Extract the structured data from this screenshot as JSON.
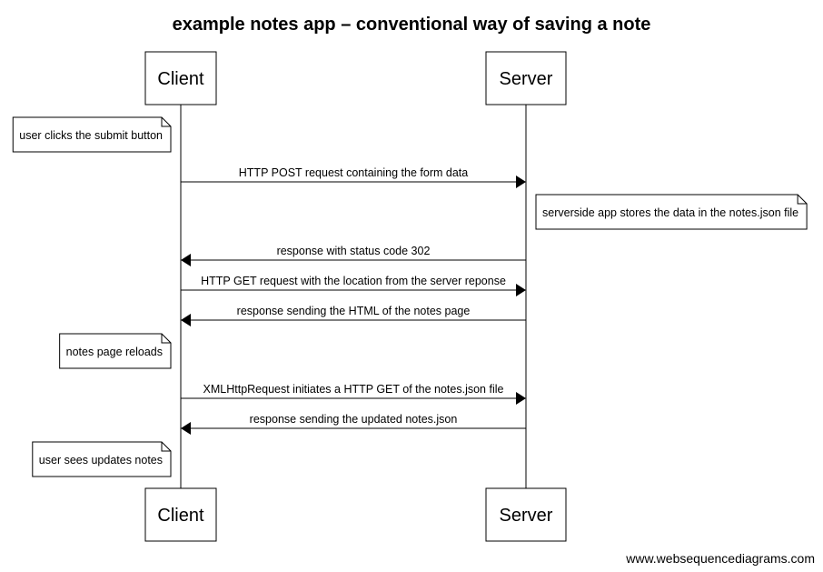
{
  "title": "example notes app – conventional way of saving a note",
  "participants": [
    {
      "id": "client",
      "label": "Client"
    },
    {
      "id": "server",
      "label": "Server"
    }
  ],
  "events": [
    {
      "type": "note",
      "side": "left",
      "participant": "client",
      "text": "user clicks the submit button"
    },
    {
      "type": "message",
      "from": "client",
      "to": "server",
      "text": "HTTP POST request containing the form data"
    },
    {
      "type": "note",
      "side": "right",
      "participant": "server",
      "text": "serverside app stores the data in the notes.json file"
    },
    {
      "type": "message",
      "from": "server",
      "to": "client",
      "text": "response with status code 302"
    },
    {
      "type": "message",
      "from": "client",
      "to": "server",
      "text": "HTTP GET request with the location from the server reponse"
    },
    {
      "type": "message",
      "from": "server",
      "to": "client",
      "text": "response sending the HTML of the notes page"
    },
    {
      "type": "note",
      "side": "left",
      "participant": "client",
      "text": "notes page reloads"
    },
    {
      "type": "message",
      "from": "client",
      "to": "server",
      "text": "XMLHttpRequest initiates a HTTP GET of the notes.json file"
    },
    {
      "type": "message",
      "from": "server",
      "to": "client",
      "text": "response sending the updated notes.json"
    },
    {
      "type": "note",
      "side": "left",
      "participant": "client",
      "text": "user sees updates notes"
    }
  ],
  "footer": "www.websequencediagrams.com"
}
